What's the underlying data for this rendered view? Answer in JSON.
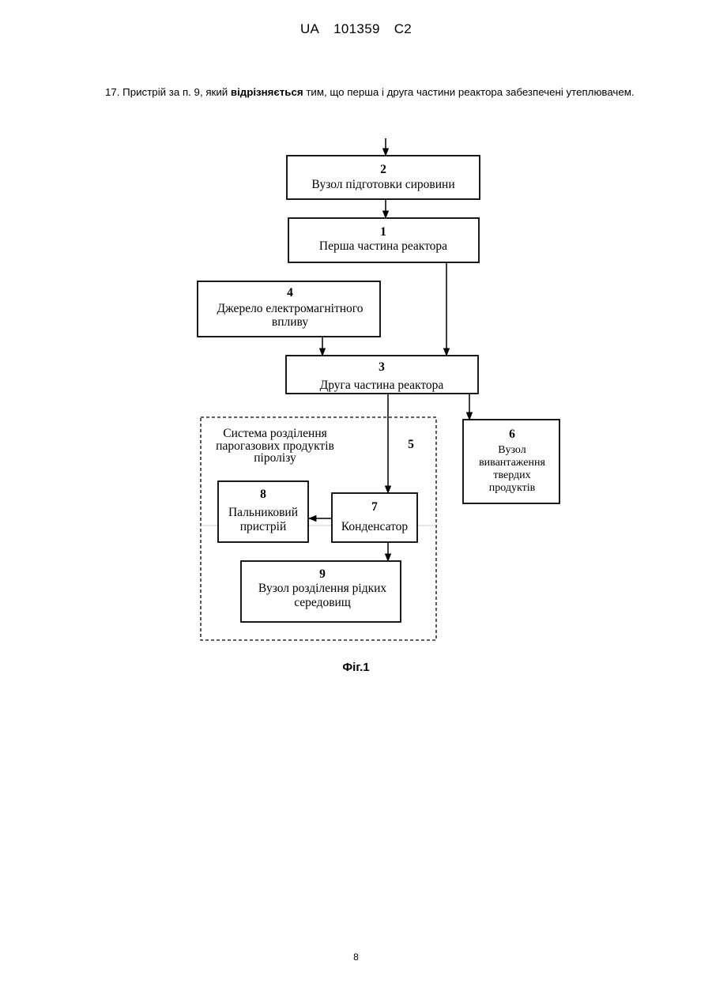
{
  "header": {
    "country": "UA",
    "patent_number": "101359",
    "kind_code": "C2"
  },
  "claim": {
    "prefix": "17. Пристрій за п. 9, який ",
    "emphasis": "відрізняється",
    "suffix": " тим, що перша і друга частини реактора забезпечені утеплювачем."
  },
  "figure": {
    "blocks": {
      "b2": {
        "number": "2",
        "label": "Вузол підготовки сировини"
      },
      "b1": {
        "number": "1",
        "label": "Перша частина реактора"
      },
      "b4": {
        "number": "4",
        "label_lines": [
          "Джерело електромагнітного",
          "впливу"
        ]
      },
      "b3": {
        "number": "3",
        "label": "Друга частина реактора"
      },
      "b5": {
        "number": "5",
        "label_lines": [
          "Система розділення",
          "парогазових продуктів",
          "піролізу"
        ]
      },
      "b6": {
        "number": "6",
        "label_lines": [
          "Вузол",
          "вивантаження",
          "твердих",
          "продуктів"
        ]
      },
      "b7": {
        "number": "7",
        "label": "Конденсатор"
      },
      "b8": {
        "number": "8",
        "label_lines": [
          "Пальниковий",
          "пристрій"
        ]
      },
      "b9": {
        "number": "9",
        "label_lines": [
          "Вузол розділення рідких",
          "середовищ"
        ]
      }
    },
    "caption": "Фіг.1"
  },
  "page_number": "8"
}
